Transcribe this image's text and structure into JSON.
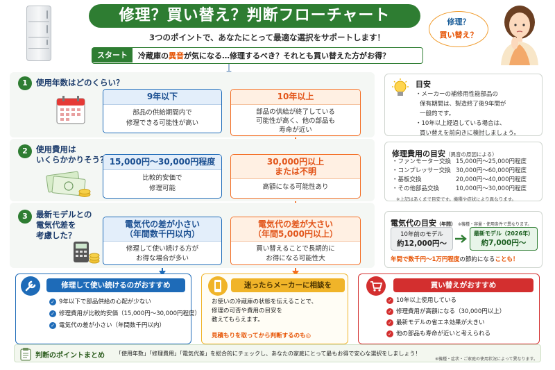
{
  "header": {
    "title": "修理？買い替え？判断フローチャート",
    "subtitle": "3つのポイントで、あなたにとって最適な選択をサポートします！",
    "bubble_line1": "修理？",
    "bubble_line2": "買い替え？"
  },
  "start": {
    "label": "スタート",
    "text_before": "冷蔵庫の",
    "text_emphasis": "異音",
    "text_after": "が気になる…修理するべき？それとも買い替えた方がお得？"
  },
  "steps": [
    {
      "num": "1",
      "question_line1": "使用年数はどのくらい？",
      "question_line2": "",
      "left": {
        "title": "9年以下",
        "body_line1": "部品の供給期間内で",
        "body_line2": "修理できる可能性が高い",
        "body_line3": ""
      },
      "right": {
        "title": "10年以上",
        "title_line2": "",
        "body_line1": "部品の供給が終了している",
        "body_line2": "可能性が高く、他の部品も",
        "body_line3": "寿命が近い"
      }
    },
    {
      "num": "2",
      "question_line1": "使用費用は",
      "question_line2": "いくらかかりそう？",
      "left": {
        "title": "15,000円〜30,000円程度",
        "body_line1": "比較的安価で",
        "body_line2": "修理可能",
        "body_line3": ""
      },
      "right": {
        "title": "30,000円以上",
        "title_line2": "または不明",
        "body_line1": "高額になる可能性あり",
        "body_line2": "",
        "body_line3": ""
      }
    },
    {
      "num": "3",
      "question_line1": "最新モデルとの",
      "question_line2": "電気代差を",
      "question_line3": "考慮した？",
      "left": {
        "title": "電気代の差が小さい",
        "title_line2": "（年間数千円以内）",
        "body_line1": "修理して使い続ける方が",
        "body_line2": "お得な場合が多い"
      },
      "right": {
        "title": "電気代の差が大さい",
        "title_line2": "（年間5,000円以上）",
        "body_line1": "買い替えることで長期的に",
        "body_line2": "お得になる可能性大"
      }
    }
  ],
  "guide": {
    "title": "目安",
    "line1": "・メーカーの補修用性能部品の",
    "line2": "保有期間は、製造終了後9年間が",
    "line3": "一般的です。",
    "line4": "・10年以上経過している場合は、",
    "line5": "買い替えを前向きに検討しましょう。"
  },
  "repair_cost": {
    "title": "修理費用の目安",
    "title_note": "（異音の原因による）",
    "items": [
      {
        "name": "・ファンモーター交換",
        "cost": "15,000円〜25,000円程度"
      },
      {
        "name": "・コンプレッサー交換",
        "cost": "30,000円〜60,000円程度"
      },
      {
        "name": "・基板交換",
        "cost": "20,000円〜40,000円程度"
      },
      {
        "name": "・その他部品交換",
        "cost": "10,000円〜30,000円程度"
      }
    ],
    "note": "※上記はあくまで目安です。機種や症状により異なります。"
  },
  "electric": {
    "title": "電気代の目安",
    "title_tag": "（年間）",
    "title_note": "※機種・容量・使用条件で異なります。",
    "old_label": "10年前のモデル",
    "old_value": "約12,000円〜",
    "new_label": "最新モデル（2026年）",
    "new_value": "約7,000円〜",
    "summary_em": "年間で数千円〜1万円程度",
    "summary_mid": "の節約になる",
    "summary_end": "ことも！"
  },
  "cards": {
    "repair": {
      "title": "修理して使い続けるのがおすすめ",
      "items": [
        "9年以下で部品供給の心配が少ない",
        "修理費用が比較的安価（15,000円〜30,000円程度）",
        "電気代の差が小さい（年間数千円以内）"
      ]
    },
    "consult": {
      "title": "迷ったらメーカーに相談を",
      "line1": "お使いの冷蔵庫の状態を伝えることで、",
      "line2": "修理の可否や費用の目安を",
      "line3": "教えてもらえます。",
      "tip": "見積もりを取ってから判断するのも◎"
    },
    "replace": {
      "title": "買い替えがおすすめ",
      "items": [
        "10年以上使用している",
        "修理費用が高額になる（30,000円以上）",
        "最新モデルの省エネ効果が大きい",
        "他の部品も寿命が近いと考えられる"
      ]
    }
  },
  "summary": {
    "label": "判断のポイントまとめ",
    "text": "「使用年数」「修理費用」「電気代差」を総合的にチェックし、あなたの家庭にとって最もお得で安心な選択をしましょう！",
    "note": "※機種・症状・ご家庭の使用状況によって異なります。"
  },
  "colors": {
    "green": "#2e7d32",
    "blue": "#1e6bb8",
    "orange": "#f36c21",
    "red": "#d32f2f"
  },
  "icons": [
    "refrigerator-icon",
    "calendar-icon",
    "money-icon",
    "calculator-icon",
    "bulb-icon",
    "wrench-icon",
    "phone-icon",
    "cart-icon",
    "clipboard-icon",
    "check-icon"
  ]
}
